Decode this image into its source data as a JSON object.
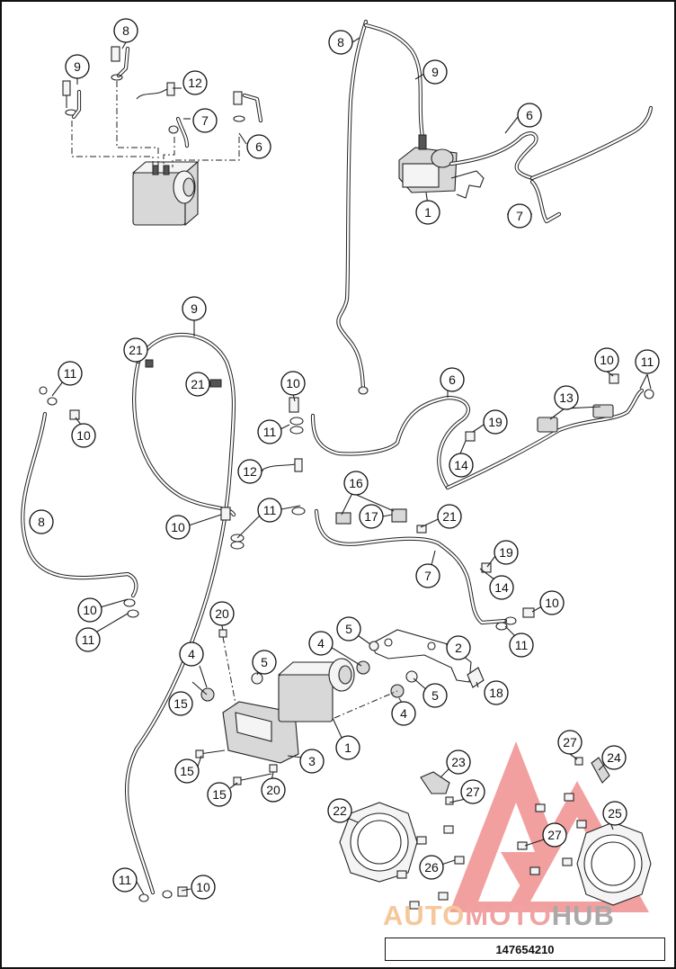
{
  "diagram": {
    "part_code": "147654210",
    "watermark": {
      "part1": "AUTO",
      "part2": "MOTO",
      "part3": "HUB"
    },
    "callouts": [
      {
        "id": "c1",
        "label": "8"
      },
      {
        "id": "c2",
        "label": "9"
      },
      {
        "id": "c3",
        "label": "12"
      },
      {
        "id": "c4",
        "label": "7"
      },
      {
        "id": "c5",
        "label": "6"
      },
      {
        "id": "c6",
        "label": "8"
      },
      {
        "id": "c7",
        "label": "9"
      },
      {
        "id": "c8",
        "label": "6"
      },
      {
        "id": "c9",
        "label": "1"
      },
      {
        "id": "c10",
        "label": "7"
      },
      {
        "id": "c11",
        "label": "9"
      },
      {
        "id": "c12",
        "label": "21"
      },
      {
        "id": "c13",
        "label": "21"
      },
      {
        "id": "c14",
        "label": "11"
      },
      {
        "id": "c15",
        "label": "10"
      },
      {
        "id": "c16",
        "label": "10"
      },
      {
        "id": "c17",
        "label": "11"
      },
      {
        "id": "c18",
        "label": "6"
      },
      {
        "id": "c19",
        "label": "10"
      },
      {
        "id": "c20",
        "label": "11"
      },
      {
        "id": "c21",
        "label": "13"
      },
      {
        "id": "c22",
        "label": "19"
      },
      {
        "id": "c23",
        "label": "14"
      },
      {
        "id": "c24",
        "label": "12"
      },
      {
        "id": "c25",
        "label": "16"
      },
      {
        "id": "c26",
        "label": "17"
      },
      {
        "id": "c27",
        "label": "21"
      },
      {
        "id": "c28",
        "label": "11"
      },
      {
        "id": "c29",
        "label": "10"
      },
      {
        "id": "c30",
        "label": "8"
      },
      {
        "id": "c31",
        "label": "7"
      },
      {
        "id": "c32",
        "label": "19"
      },
      {
        "id": "c33",
        "label": "14"
      },
      {
        "id": "c34",
        "label": "10"
      },
      {
        "id": "c35",
        "label": "10"
      },
      {
        "id": "c36",
        "label": "11"
      },
      {
        "id": "c37",
        "label": "11"
      },
      {
        "id": "c38",
        "label": "20"
      },
      {
        "id": "c39",
        "label": "5"
      },
      {
        "id": "c40",
        "label": "2"
      },
      {
        "id": "c41",
        "label": "4"
      },
      {
        "id": "c42",
        "label": "5"
      },
      {
        "id": "c43",
        "label": "4"
      },
      {
        "id": "c44",
        "label": "15"
      },
      {
        "id": "c45",
        "label": "18"
      },
      {
        "id": "c46",
        "label": "4"
      },
      {
        "id": "c47",
        "label": "5"
      },
      {
        "id": "c48",
        "label": "1"
      },
      {
        "id": "c49",
        "label": "3"
      },
      {
        "id": "c50",
        "label": "15"
      },
      {
        "id": "c51",
        "label": "15"
      },
      {
        "id": "c52",
        "label": "20"
      },
      {
        "id": "c53",
        "label": "27"
      },
      {
        "id": "c54",
        "label": "24"
      },
      {
        "id": "c55",
        "label": "23"
      },
      {
        "id": "c56",
        "label": "27"
      },
      {
        "id": "c57",
        "label": "22"
      },
      {
        "id": "c58",
        "label": "25"
      },
      {
        "id": "c59",
        "label": "27"
      },
      {
        "id": "c60",
        "label": "26"
      },
      {
        "id": "c61",
        "label": "11"
      },
      {
        "id": "c62",
        "label": "10"
      }
    ]
  }
}
